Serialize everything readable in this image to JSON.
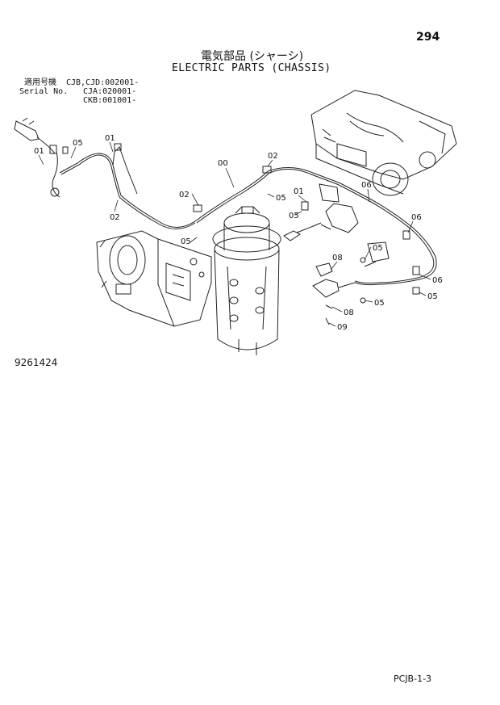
{
  "page_number": "294",
  "title_jp": "電気部品 (シャーシ)",
  "title_en": "ELECTRIC PARTS (CHASSIS)",
  "serial_block": {
    "applicable_label_jp": "適用号機",
    "serial_label": "Serial No.",
    "rows": [
      "CJB,CJD:002001-",
      "CJA:020001-",
      "CKB:001001-"
    ]
  },
  "drawing_number": "9261424",
  "footer_code": "PCJB-1-3",
  "callouts": [
    {
      "id": "c-05a",
      "text": "05"
    },
    {
      "id": "c-01a",
      "text": "01"
    },
    {
      "id": "c-01b",
      "text": "01"
    },
    {
      "id": "c-02a",
      "text": "02"
    },
    {
      "id": "c-00",
      "text": "00"
    },
    {
      "id": "c-02b",
      "text": "02"
    },
    {
      "id": "c-02c",
      "text": "02"
    },
    {
      "id": "c-05b",
      "text": "05"
    },
    {
      "id": "c-05c",
      "text": "05"
    },
    {
      "id": "c-01c",
      "text": "01"
    },
    {
      "id": "c-05d",
      "text": "05"
    },
    {
      "id": "c-06a",
      "text": "06"
    },
    {
      "id": "c-06b",
      "text": "06"
    },
    {
      "id": "c-05e",
      "text": "05"
    },
    {
      "id": "c-08a",
      "text": "08"
    },
    {
      "id": "c-06c",
      "text": "06"
    },
    {
      "id": "c-05f",
      "text": "05"
    },
    {
      "id": "c-05g",
      "text": "05"
    },
    {
      "id": "c-08b",
      "text": "08"
    },
    {
      "id": "c-09",
      "text": "09"
    }
  ]
}
